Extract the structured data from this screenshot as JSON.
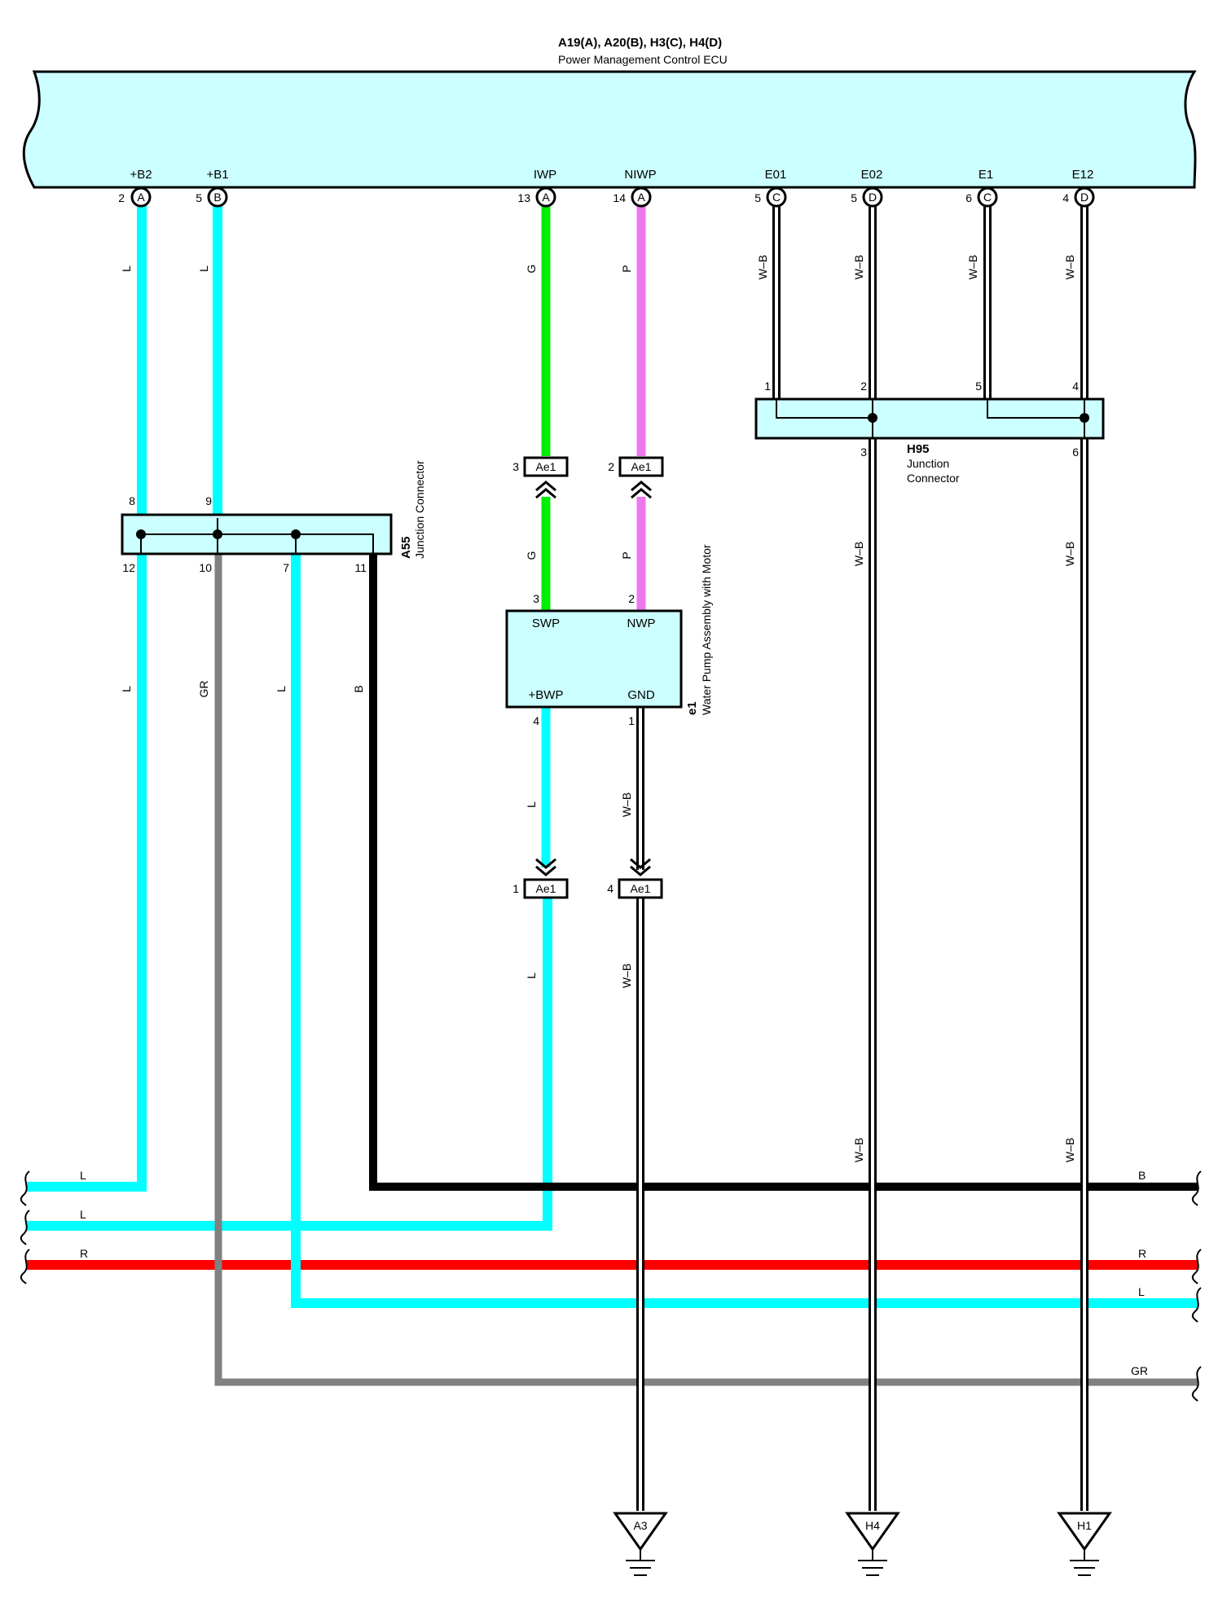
{
  "ecu": {
    "connectors_label": "A19(A), A20(B), H3(C), H4(D)",
    "name": "Power Management Control ECU",
    "fill": "#ccffff"
  },
  "ecu_pins": [
    {
      "name": "+B2",
      "num": "2",
      "conn": "A",
      "wire": "L"
    },
    {
      "name": "+B1",
      "num": "5",
      "conn": "B",
      "wire": "L"
    },
    {
      "name": "IWP",
      "num": "13",
      "conn": "A",
      "wire": "G"
    },
    {
      "name": "NIWP",
      "num": "14",
      "conn": "A",
      "wire": "P"
    },
    {
      "name": "E01",
      "num": "5",
      "conn": "C",
      "wire": "W–B"
    },
    {
      "name": "E02",
      "num": "5",
      "conn": "D",
      "wire": "W–B"
    },
    {
      "name": "E1",
      "num": "6",
      "conn": "C",
      "wire": "W–B"
    },
    {
      "name": "E12",
      "num": "4",
      "conn": "D",
      "wire": "W–B"
    }
  ],
  "a55": {
    "id": "A55",
    "name": "Junction Connector",
    "top_pins": [
      "8",
      "9"
    ],
    "bottom_pins": [
      "12",
      "10",
      "7",
      "11"
    ],
    "bottom_wires": [
      "L",
      "GR",
      "L",
      "B"
    ]
  },
  "h95": {
    "id": "H95",
    "name_line1": "Junction",
    "name_line2": "Connector",
    "top_pins": [
      "1",
      "2",
      "5",
      "4"
    ],
    "bottom_pins": [
      "3",
      "6"
    ],
    "bottom_wires": [
      "W–B",
      "W–B"
    ]
  },
  "ae1": {
    "label": "Ae1",
    "pins": [
      "3",
      "2",
      "1",
      "4"
    ],
    "lower_wires": [
      "G",
      "P"
    ],
    "out_wires": [
      "L",
      "W–B"
    ]
  },
  "pump": {
    "id": "e1",
    "name": "Water Pump Assembly with Motor",
    "top_pins": [
      "3",
      "2"
    ],
    "bottom_pins": [
      "4",
      "1"
    ],
    "terminals": [
      "SWP",
      "NWP",
      "+BWP",
      "GND"
    ],
    "wire_below": [
      "L",
      "W–B"
    ]
  },
  "grounds": [
    "A3",
    "H4",
    "H1"
  ],
  "ground_wires": [
    "W–B",
    "W–B"
  ],
  "bus": {
    "left_labels": [
      "L",
      "L",
      "R"
    ],
    "right_labels": [
      "B",
      "R",
      "L",
      "GR"
    ]
  },
  "colors": {
    "L": "#00ffff",
    "G": "#00ee00",
    "P": "#ee77ee",
    "B": "#000000",
    "R": "#ff0000",
    "GR": "#808080",
    "W-B": "#ffffff"
  }
}
